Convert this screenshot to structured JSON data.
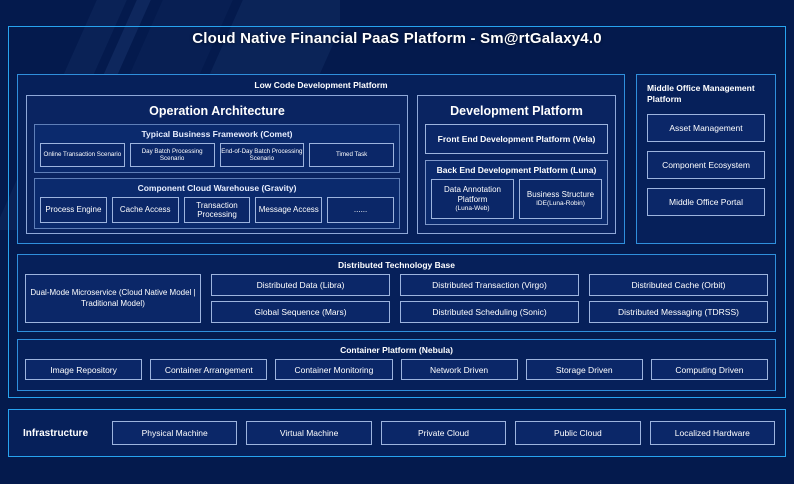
{
  "title": "Cloud Native Financial PaaS Platform - Sm@rtGalaxy4.0",
  "colors": {
    "background": "#041a4d",
    "accent_border": "#27a3ef",
    "panel_bg": "#0a2461",
    "chip_bg": "#0b2768",
    "chip_border": "#9db4de",
    "text": "#ffffff"
  },
  "low_code": {
    "header": "Low Code Development Platform",
    "operation_architecture": {
      "title": "Operation Architecture",
      "groups": [
        {
          "title": "Typical Business Framework (Comet)",
          "items": [
            "Online Transaction Scenario",
            "Day Batch Processing Scenario",
            "End-of-Day Batch Processing Scenario",
            "Timed Task"
          ]
        },
        {
          "title": "Component Cloud Warehouse (Gravity)",
          "items": [
            "Process Engine",
            "Cache Access",
            "Transaction Processing",
            "Message Access",
            "......"
          ]
        }
      ]
    },
    "development_platform": {
      "title": "Development Platform",
      "front_end": "Front End Development Platform (Vela)",
      "back_end": {
        "title": "Back End Development Platform (Luna)",
        "items": [
          {
            "main": "Data Annotation Platform",
            "sub": "(Luna-Web)"
          },
          {
            "main": "Business Structure",
            "sub": "IDE(Luna-Robin)"
          }
        ]
      }
    }
  },
  "middle_office": {
    "title": "Middle Office Management Platform",
    "items": [
      "Asset Management",
      "Component Ecosystem",
      "Middle Office Portal"
    ]
  },
  "distributed_technology_base": {
    "header": "Distributed Technology Base",
    "wide_item": "Dual-Mode Microservice (Cloud Native Model | Traditional Model)",
    "columns": [
      [
        "Distributed Data (Libra)",
        "Global Sequence (Mars)"
      ],
      [
        "Distributed Transaction (Virgo)",
        "Distributed Scheduling (Sonic)"
      ],
      [
        "Distributed Cache (Orbit)",
        "Distributed Messaging (TDRSS)"
      ]
    ]
  },
  "container_platform": {
    "header": "Container Platform (Nebula)",
    "items": [
      "Image Repository",
      "Container Arrangement",
      "Container Monitoring",
      "Network Driven",
      "Storage Driven",
      "Computing Driven"
    ]
  },
  "infrastructure": {
    "label": "Infrastructure",
    "items": [
      "Physical Machine",
      "Virtual Machine",
      "Private Cloud",
      "Public Cloud",
      "Localized Hardware"
    ]
  }
}
